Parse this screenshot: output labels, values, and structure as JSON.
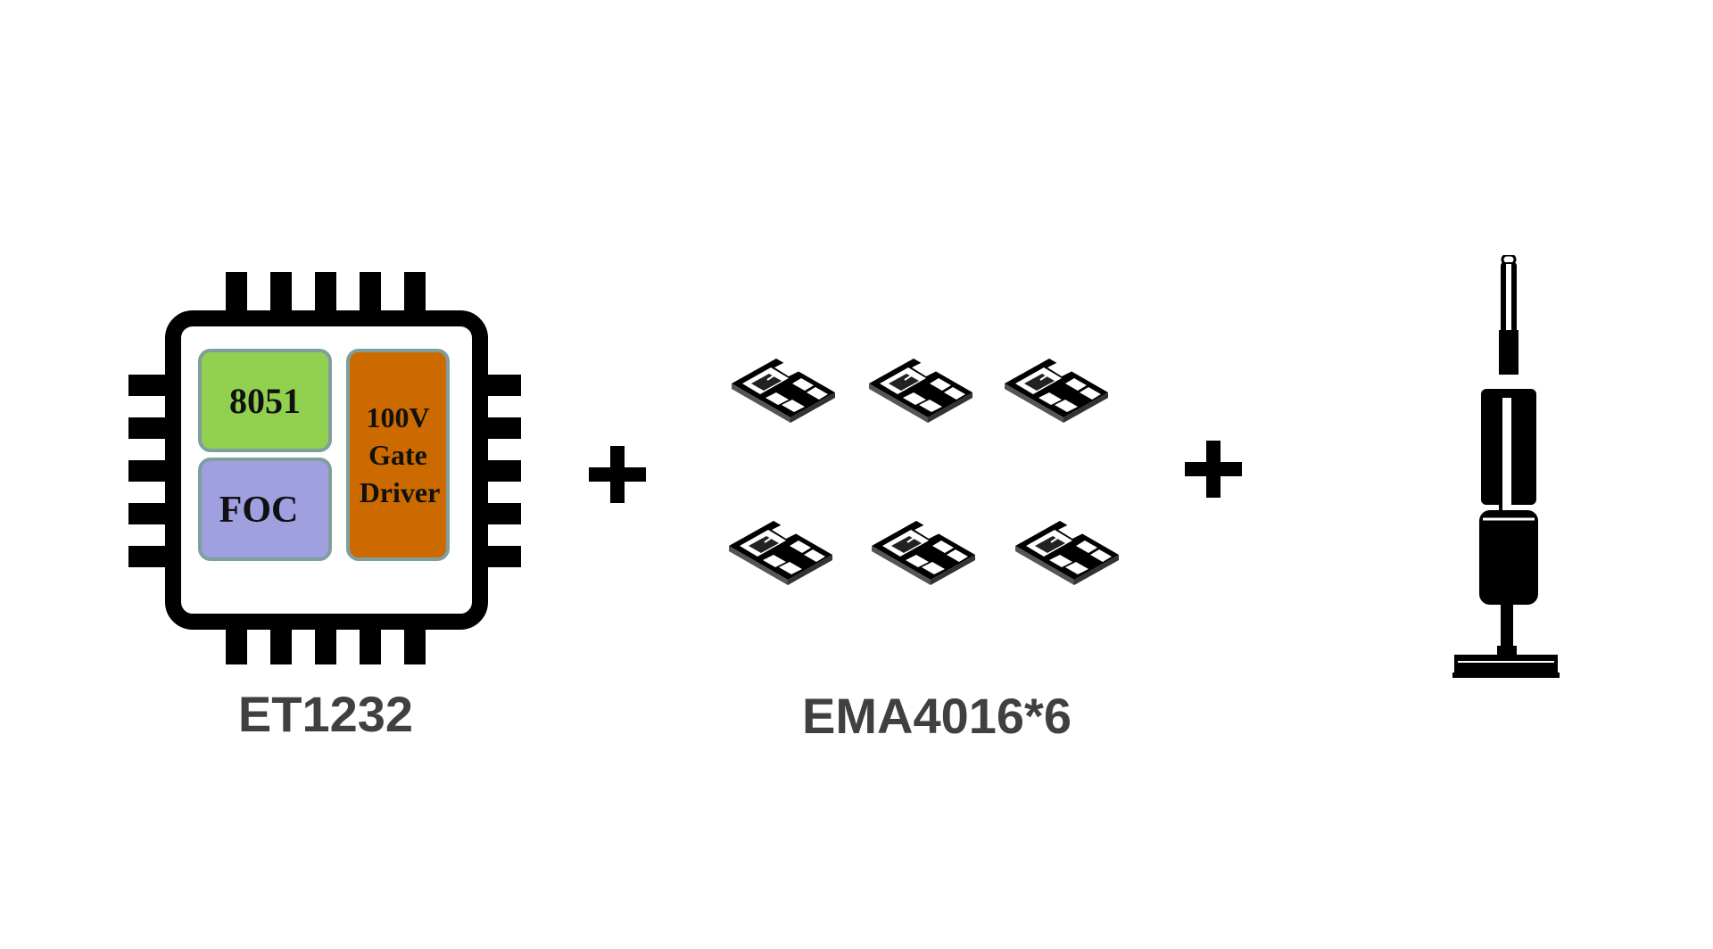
{
  "chip": {
    "label": "ET1232",
    "blocks": {
      "mcu": "8051",
      "foc": "FOC",
      "driver_line1": "100V",
      "driver_line2": "Gate",
      "driver_line3": "Driver"
    },
    "colors": {
      "mcu": "#92d050",
      "foc": "#a09fe0",
      "driver": "#cc6a00",
      "outline": "#000000",
      "block_border": "#7f9f9f"
    }
  },
  "mosfets": {
    "label": "EMA4016*6",
    "count": 6
  },
  "connectors": {
    "plus_symbol": "+"
  },
  "device": {
    "icon": "stick-vacuum-icon"
  }
}
